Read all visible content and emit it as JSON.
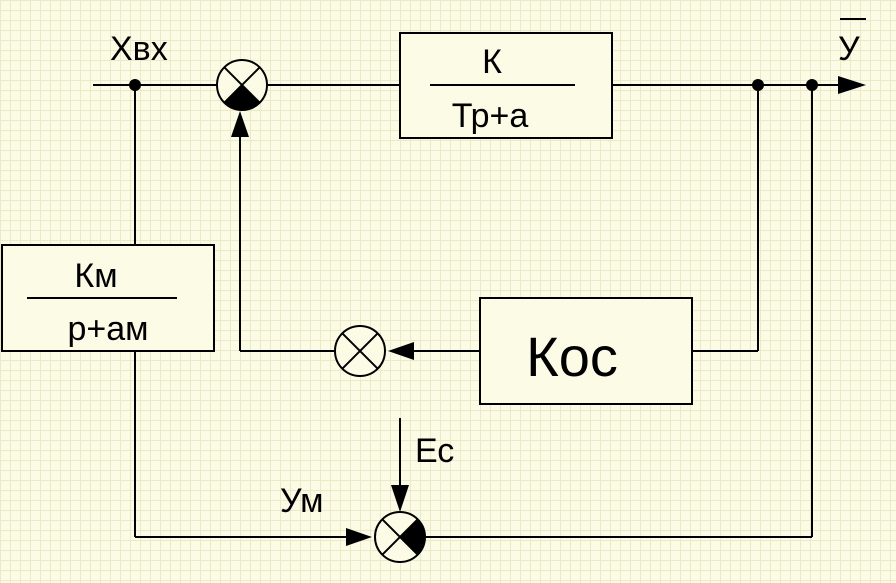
{
  "inputs": {
    "x_in": "Хвх",
    "y_out": "У",
    "disturbance": "Ес",
    "y_model": "Ум"
  },
  "blocks": {
    "plant": {
      "numerator": "К",
      "denominator": "Тр+а"
    },
    "model": {
      "numerator": "Км",
      "denominator": "р+ам"
    },
    "feedback": {
      "label": "Кос"
    }
  },
  "colors": {
    "background": "#fbfbe6",
    "grid": "#ece9c6",
    "line": "#000000"
  }
}
